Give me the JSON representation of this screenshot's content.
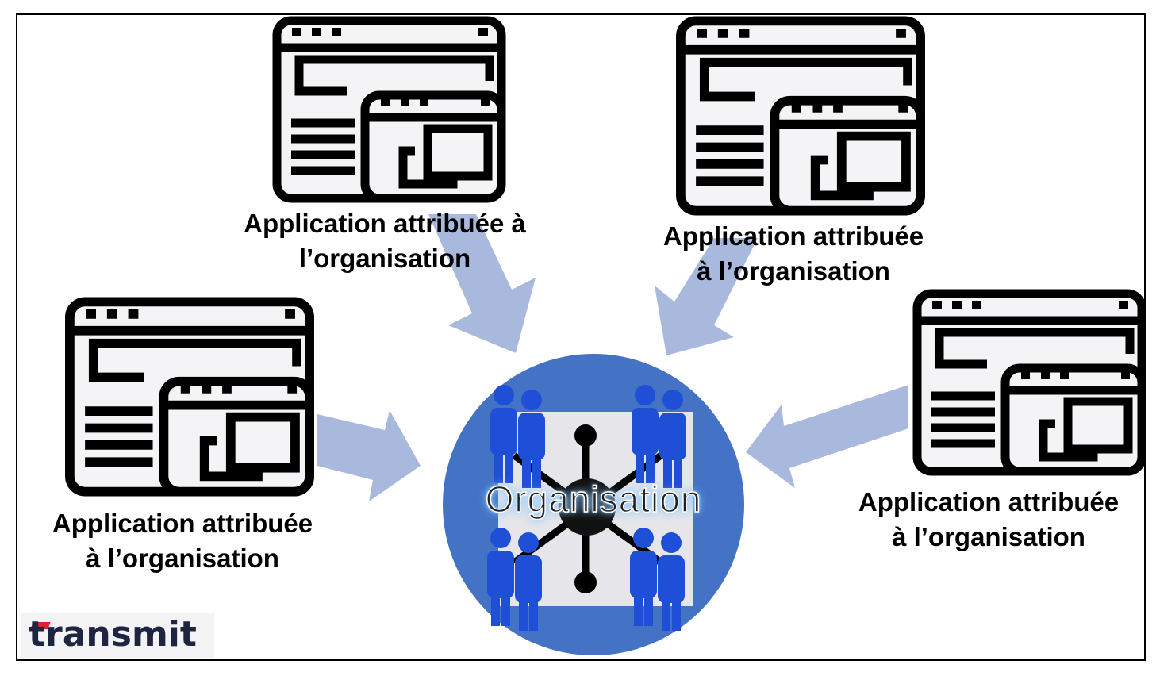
{
  "diagram": {
    "center": {
      "title": "Organisation",
      "circle_color": "#4472c4",
      "people_color": "#1f4fd6"
    },
    "applications": [
      {
        "id": "top-left",
        "label_line1": "Application attribuée à",
        "label_line2": "l’organisation"
      },
      {
        "id": "top-right",
        "label_line1": "Application attribuée",
        "label_line2": "à l’organisation"
      },
      {
        "id": "left",
        "label_line1": "Application attribuée",
        "label_line2": "à l’organisation"
      },
      {
        "id": "right",
        "label_line1": "Application attribuée",
        "label_line2": "à l’organisation"
      }
    ],
    "arrow_color": "#a9b9dd",
    "icon_semantic": "application-window-icon"
  },
  "logo": {
    "text": "transmit",
    "accent_color": "#e0202e",
    "text_color": "#1f2540"
  }
}
